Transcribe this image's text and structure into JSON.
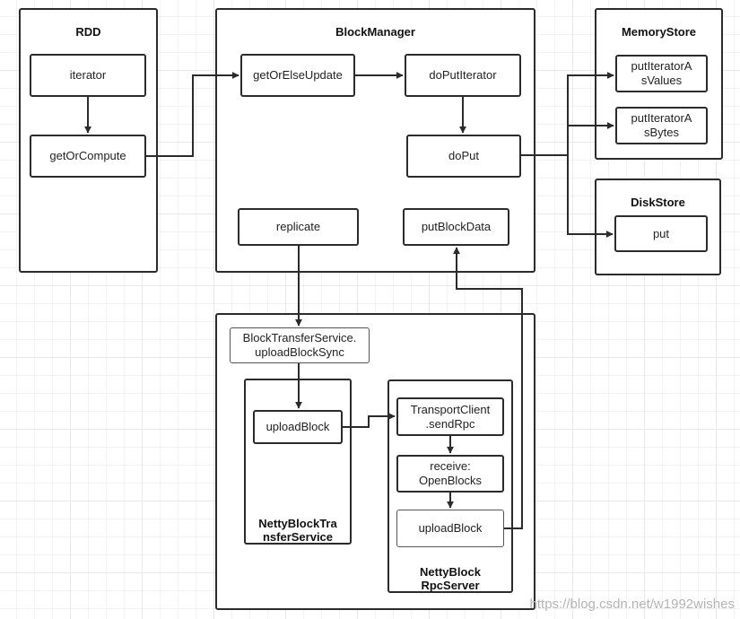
{
  "containers": {
    "rdd": "RDD",
    "block_manager": "BlockManager",
    "memory_store": "MemoryStore",
    "disk_store": "DiskStore",
    "netty_transfer": "NettyBlockTra\nnsferService",
    "netty_rpc": "NettyBlock\nRpcServer"
  },
  "nodes": {
    "iterator": "iterator",
    "get_or_compute": "getOrCompute",
    "get_or_else_update": "getOrElseUpdate",
    "do_put_iterator": "doPutIterator",
    "do_put": "doPut",
    "replicate": "replicate",
    "put_block_data": "putBlockData",
    "put_iterator_as_values": "putIteratorA\nsValues",
    "put_iterator_as_bytes": "putIteratorA\nsBytes",
    "put": "put",
    "upload_block_sync": "BlockTransferService.\nuploadBlockSync",
    "upload_block_client": "uploadBlock",
    "transport_client_send_rpc": "TransportClient\n.sendRpc",
    "receive_open_blocks": "receive:\nOpenBlocks",
    "upload_block_server": "uploadBlock"
  },
  "watermark": "https://blog.csdn.net/w1992wishes",
  "colors": {
    "line": "#2b2b2b",
    "grid": "#e8e8e8",
    "watermark": "#b4b4b4"
  }
}
